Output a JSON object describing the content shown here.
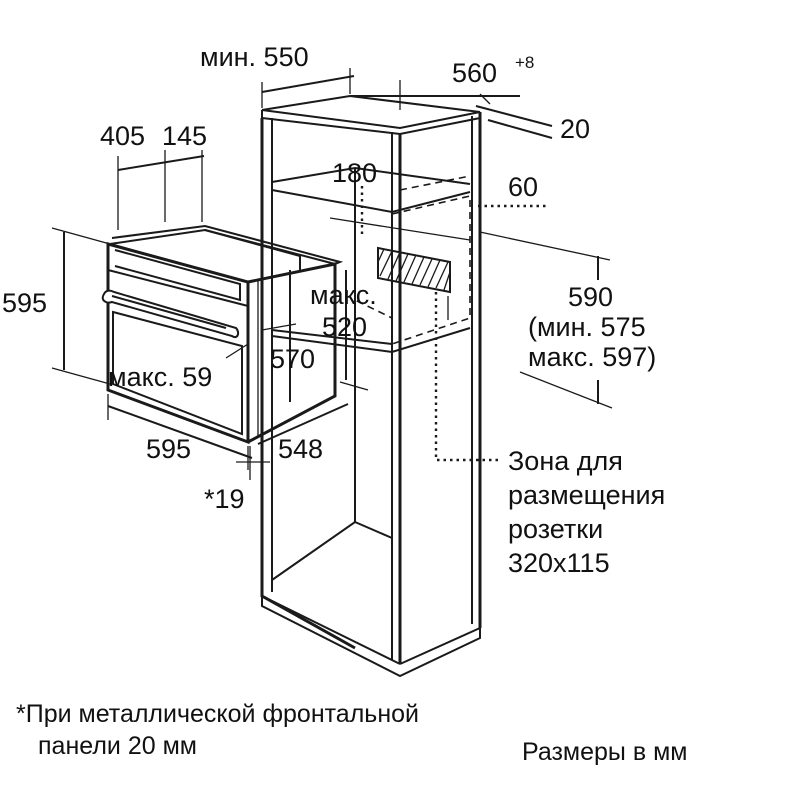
{
  "diagram": {
    "dimensions": {
      "min_550": "мин. 550",
      "d560": "560",
      "d560_sup": "+8",
      "d20": "20",
      "d405": "405",
      "d145": "145",
      "d180": "180",
      "d60": "60",
      "d595_height": "595",
      "max_label": "макс.",
      "max_520": "520",
      "d590": "590",
      "min_575": "(мин. 575",
      "max_597": "макс. 597)",
      "d570": "570",
      "max_59": "макс. 59",
      "d595_width": "595",
      "d548": "548",
      "d19": "*19"
    },
    "socket_zone": {
      "line1": "Зона для",
      "line2": "размещения",
      "line3": "розетки",
      "line4": "320x115"
    },
    "footnote": {
      "line1": "*При металлической фронтальной",
      "line2": "панели 20 мм"
    },
    "units_note": "Размеры в мм"
  }
}
